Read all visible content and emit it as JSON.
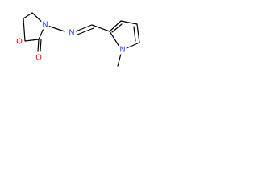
{
  "molecule": {
    "atoms": {
      "ring_oxygen": {
        "symbol": "O",
        "color": "#ff0d0d"
      },
      "carbonyl_oxygen": {
        "symbol": "O",
        "color": "#ff0d0d"
      },
      "oxazolidinone_nitrogen": {
        "symbol": "N",
        "color": "#3050f8"
      },
      "imine_nitrogen": {
        "symbol": "N",
        "color": "#3050f8"
      },
      "pyrrole_nitrogen": {
        "symbol": "N",
        "color": "#3050f8"
      }
    },
    "bond_color": "#000000"
  }
}
